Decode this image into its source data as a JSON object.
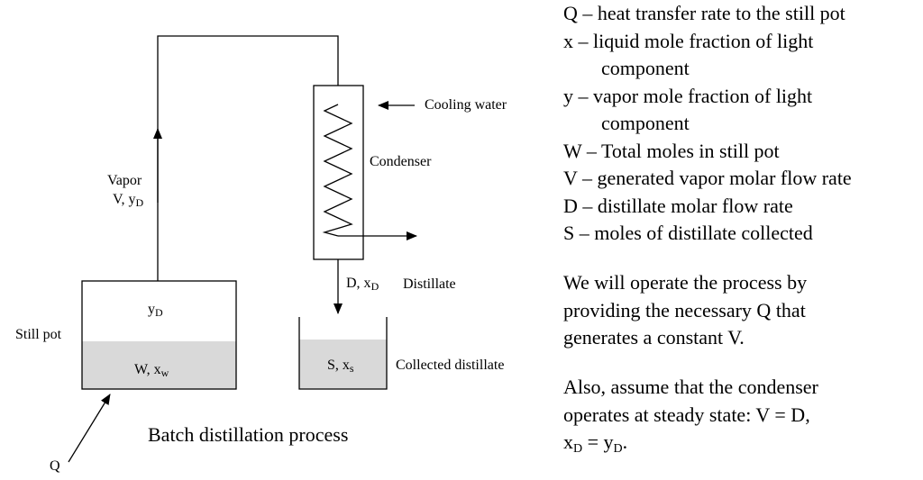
{
  "diagram": {
    "title": "Batch distillation process",
    "labels": {
      "vapor": "Vapor",
      "vapor_vars": "V, y",
      "vapor_vars_sub": "D",
      "cooling_water": "Cooling water",
      "condenser": "Condenser",
      "still_pot": "Still pot",
      "pot_vapor": "y",
      "pot_vapor_sub": "D",
      "pot_liquid": "W, x",
      "pot_liquid_sub": "w",
      "distillate_vars": "D, x",
      "distillate_vars_sub": "D",
      "distillate": "Distillate",
      "collected_vars": "S, x",
      "collected_vars_sub": "s",
      "collected_distillate": "Collected distillate",
      "heat": "Q"
    },
    "colors": {
      "liquid": "#d9d9d9",
      "line": "#000000"
    }
  },
  "legend": [
    {
      "symbol": "Q",
      "desc": "heat transfer rate to the still pot"
    },
    {
      "symbol": "x",
      "desc": "liquid mole fraction of light",
      "cont": "component"
    },
    {
      "symbol": "y",
      "desc": "vapor mole fraction of light",
      "cont": "component"
    },
    {
      "symbol": "W",
      "desc": "Total moles in still pot"
    },
    {
      "symbol": "V",
      "desc": "generated vapor molar flow rate"
    },
    {
      "symbol": "D",
      "desc": "distillate molar flow rate"
    },
    {
      "symbol": "S",
      "desc": "moles of distillate collected"
    }
  ],
  "notes": {
    "operation": "We will operate the process by providing the necessary Q that generates a constant V.",
    "assumption_prefix": "Also, assume that the condenser operates at steady state: V = D,",
    "x": "x",
    "x_sub": "D",
    "eq": " = y",
    "y_sub": "D",
    "end": "."
  }
}
